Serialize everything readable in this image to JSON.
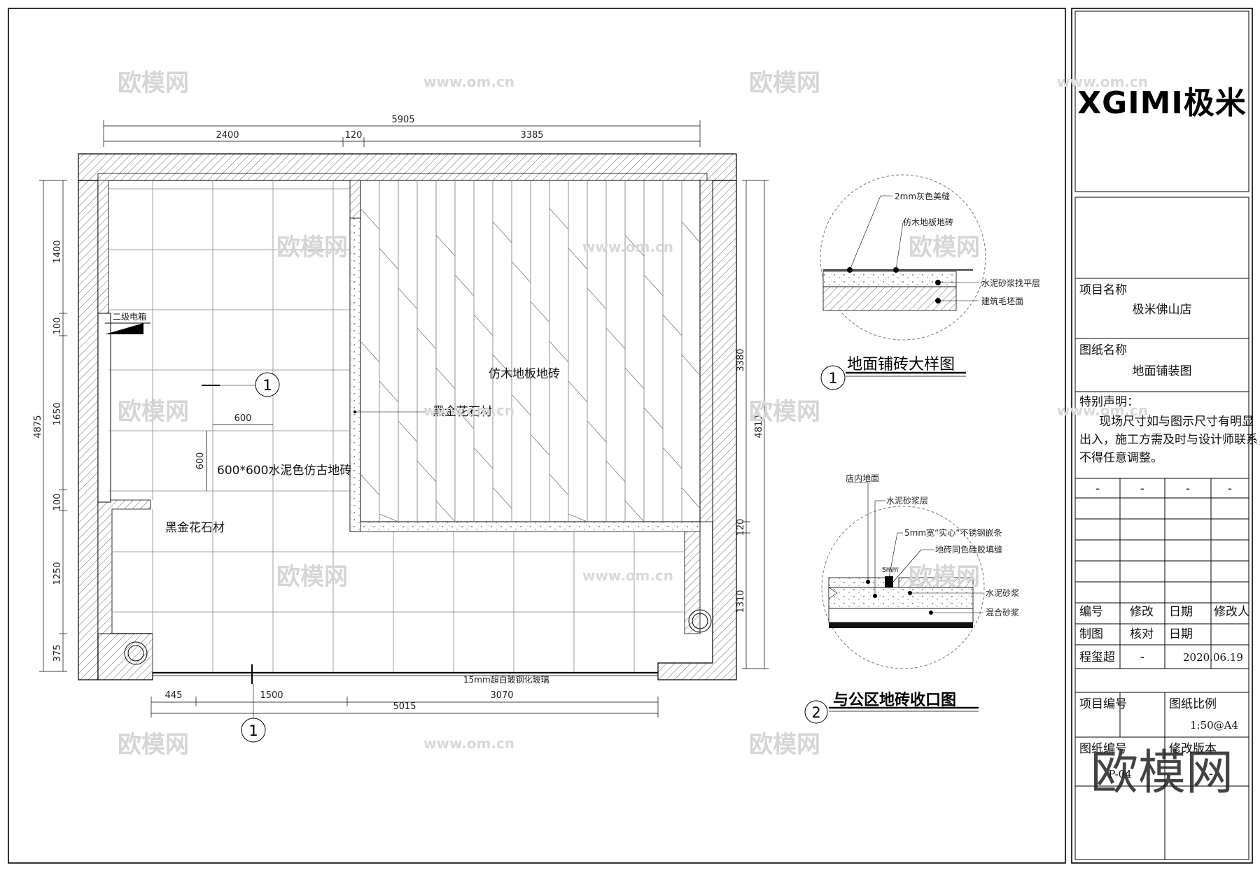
{
  "drawing": {
    "overall_width": "5905",
    "top_dims": [
      "2400",
      "120",
      "3385"
    ],
    "left_dims": [
      "1400",
      "100",
      "1650",
      "100",
      "1250",
      "375"
    ],
    "left_total": "4875",
    "right_dims": [
      "3380",
      "120",
      "1310"
    ],
    "right_total": "4810",
    "bottom_dims": [
      "445",
      "1500",
      "3070"
    ],
    "bottom_total": "5015",
    "tile_size_h": "600",
    "tile_size_v": "600",
    "labels": {
      "electric_box": "二级电箱",
      "cement_tile": "600*600水泥色仿古地砖",
      "wood_tile": "仿木地板地砖",
      "black_gold_1": "黑金花石材",
      "black_gold_2": "黑金花石材",
      "glass": "15mm超白玻钢化玻璃"
    },
    "markers": [
      "1",
      "1"
    ]
  },
  "details": {
    "detail1": {
      "number": "1",
      "title": "地面铺砖大样图",
      "notes": [
        "2mm灰色美缝",
        "仿木地板地砖",
        "水泥砂浆找平层",
        "建筑毛坯面"
      ]
    },
    "detail2": {
      "number": "2",
      "title": "与公区地砖收口图",
      "notes": [
        "店内地面",
        "水泥砂浆层",
        "5mm宽“实心”不锈钢嵌条",
        "地砖同色硅胶填缝",
        "水泥砂浆",
        "混合砂浆"
      ],
      "gap": "5mm"
    }
  },
  "title_block": {
    "logo": "XGIMI极米",
    "project_label": "项目名称",
    "project_name": "极米佛山店",
    "drawing_label": "图纸名称",
    "drawing_name": "地面铺装图",
    "notice_label": "特别声明：",
    "notice_lines": [
      "现场尺寸如与图示尺寸有明显",
      "出入，施工方需及时与设计师联系，",
      "不得任意调整。"
    ],
    "dash": "-",
    "revision_headers": [
      "编号",
      "修改",
      "日期",
      "修改人"
    ],
    "sign_headers": [
      "制图",
      "核对",
      "日期"
    ],
    "drafter": "程玺超",
    "checker": "-",
    "date": "2020.06.19",
    "project_no_label": "项目编号",
    "scale_label": "图纸比例",
    "scale": "1:50@A4",
    "drawing_no_label": "图纸编号",
    "version_label": "修改版本",
    "drawing_no": "P-04",
    "version": "-"
  },
  "watermarks": [
    "欧模网",
    "www.om.cn"
  ],
  "big_watermark": "欧模网"
}
